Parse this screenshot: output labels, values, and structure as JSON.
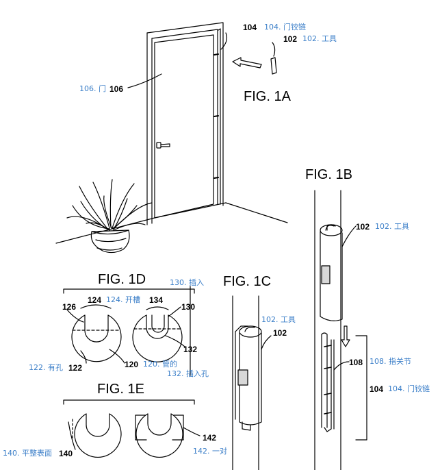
{
  "colors": {
    "ink": "#000000",
    "annotation": "#3a7ec8",
    "shade": "#d8d8d8"
  },
  "figures": {
    "fig1a": "FIG. 1A",
    "fig1b": "FIG. 1B",
    "fig1c": "FIG. 1C",
    "fig1d": "FIG. 1D",
    "fig1e": "FIG. 1E"
  },
  "labels": {
    "n104": "104",
    "a104": "104. 门铰链",
    "n102": "102",
    "a102": "102. 工具",
    "n106": "106",
    "a106": "106. 门",
    "n102b": "102",
    "a102b": "102. 工具",
    "n108": "108",
    "a108": "108. 指关节",
    "n104b": "104",
    "a104b": "104. 门铰链",
    "a130": "130. 插入",
    "n124": "124",
    "a124": "124. 开槽",
    "n126": "126",
    "n134": "134",
    "n130": "130",
    "n132": "132",
    "n120": "120",
    "a120": "120. 管的",
    "n122": "122",
    "a122": "122. 有孔",
    "a132": "132. 插入孔",
    "n102c": "102",
    "a102c": "102. 工具",
    "n140": "140",
    "a140": "140. 平整表面",
    "n142": "142",
    "a142": "142. 一对"
  }
}
